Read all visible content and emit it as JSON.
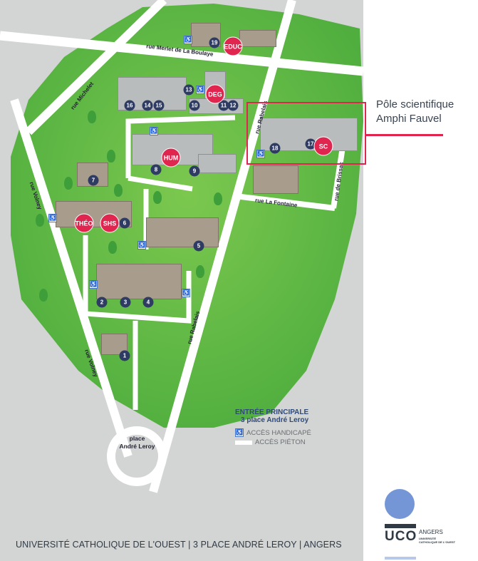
{
  "map": {
    "streets": [
      "rue Merlet de La Boulaye",
      "rue Michelet",
      "rue Volney",
      "rue Rabelais",
      "rue de Brissac",
      "rue La Fontaine",
      "rue Rabelais",
      "rue Volney"
    ],
    "place": [
      "place",
      "André Leroy"
    ],
    "building_numbers": [
      "1",
      "2",
      "3",
      "4",
      "5",
      "6",
      "7",
      "8",
      "9",
      "10",
      "11",
      "12",
      "13",
      "14",
      "15",
      "16",
      "17",
      "18",
      "19"
    ],
    "faculties": [
      "EDUC",
      "DEG",
      "HUM",
      "THÉO",
      "SHS",
      "SC"
    ],
    "accent_color": "#e0254f",
    "green": "#5cb848"
  },
  "callout": {
    "line1": "Pôle scientifique",
    "line2": "Amphi Fauvel"
  },
  "legend": {
    "entrance_title": "ENTRÉE PRINCIPALE",
    "entrance_address": "3 place André Leroy",
    "handicap": "ACCÈS HANDICAPÉ",
    "pedestrian": "ACCÈS PIÉTON"
  },
  "footer": "UNIVERSITÉ CATHOLIQUE DE L'OUEST | 3 PLACE ANDRÉ LEROY  | ANGERS",
  "logo": {
    "mark": "UCO",
    "city": "ANGERS",
    "sub1": "UNIVERSITÉ",
    "sub2": "CATHOLIQUE DE L'OUEST"
  }
}
